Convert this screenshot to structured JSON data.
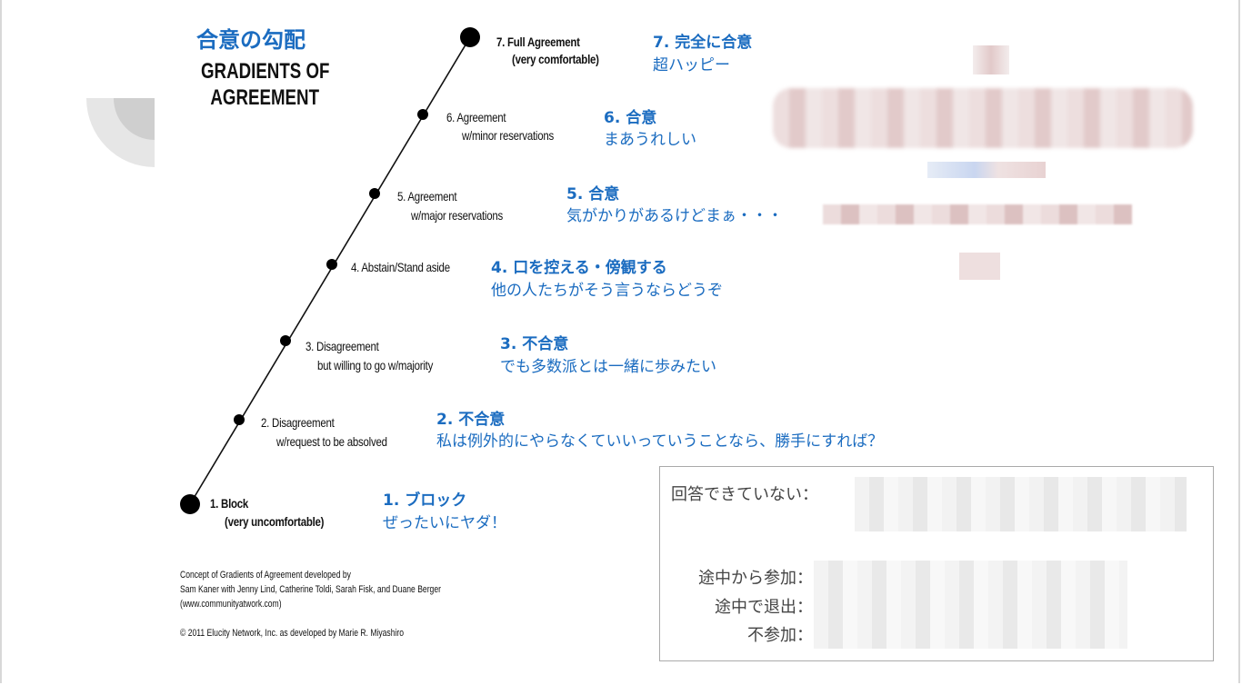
{
  "title": {
    "jp": "合意の勾配",
    "en_line1": "GRADIENTS OF",
    "en_line2": "AGREEMENT"
  },
  "levels": [
    {
      "en1": "1. Block",
      "en2": "(very uncomfortable)",
      "jp1": "1. ブロック",
      "jp2": "ぜったいにヤダ！"
    },
    {
      "en1": "2. Disagreement",
      "en2": "w/request to be absolved",
      "jp1": "2. 不合意",
      "jp2": "私は例外的にやらなくていいっていうことなら、勝手にすれば？"
    },
    {
      "en1": "3. Disagreement",
      "en2": "but willing to go w/majority",
      "jp1": "3. 不合意",
      "jp2": "でも多数派とは一緒に歩みたい"
    },
    {
      "en1": "4. Abstain/Stand aside",
      "en2": "",
      "jp1": "4. 口を控える・傍観する",
      "jp2": "他の人たちがそう言うならどうぞ"
    },
    {
      "en1": "5. Agreement",
      "en2": "w/major reservations",
      "jp1": "5. 合意",
      "jp2": "気がかりがあるけどまぁ・・・"
    },
    {
      "en1": "6. Agreement",
      "en2": "w/minor reservations",
      "jp1": "6. 合意",
      "jp2": "まあうれしい"
    },
    {
      "en1": "7. Full Agreement",
      "en2": "(very comfortable)",
      "jp1": "7. 完全に合意",
      "jp2": "超ハッピー"
    }
  ],
  "credits": {
    "line1": "Concept of Gradients of Agreement developed by",
    "line2": "Sam Kaner with Jenny Lind, Catherine Toldi, Sarah Fisk, and Duane Berger",
    "line3": "(www.communityatwork.com)",
    "line4": "© 2011 Elucity Network, Inc. as developed by Marie R. Miyashiro"
  },
  "status_box": {
    "unanswered": "回答できていない：",
    "joined_midway": "途中から参加：",
    "left_midway": "途中で退出：",
    "absent": "不参加："
  },
  "colors": {
    "accent": "#1b6cc0",
    "text": "#111111"
  }
}
